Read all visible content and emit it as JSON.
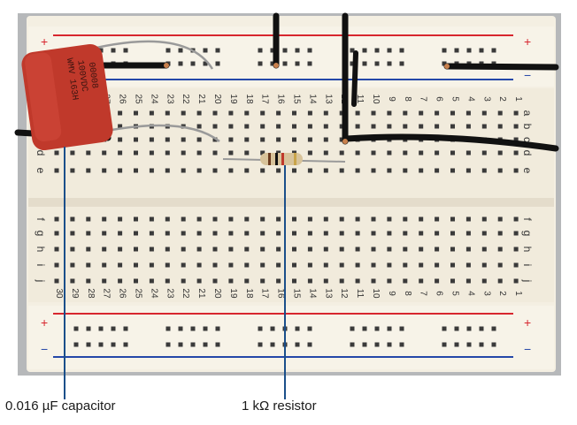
{
  "captions": {
    "capacitor": "0.016 µF capacitor",
    "resistor": "1 kΩ resistor"
  },
  "capacitor_marking": {
    "line1": "WMV 163H",
    "line2": "100VDC",
    "line3": "00008"
  },
  "breadboard": {
    "row_letters_top": [
      "a",
      "b",
      "c",
      "d",
      "e"
    ],
    "row_letters_bottom": [
      "f",
      "g",
      "h",
      "i",
      "j"
    ],
    "column_numbers_top": [
      "27",
      "26",
      "25",
      "24",
      "23",
      "22",
      "21",
      "20",
      "19",
      "18",
      "17",
      "16",
      "15",
      "14",
      "13",
      "12",
      "11",
      "10",
      "9",
      "8",
      "7",
      "6",
      "5",
      "4",
      "3",
      "2",
      "1"
    ],
    "column_numbers_bottom": [
      "30",
      "29",
      "28",
      "27",
      "26",
      "25",
      "24",
      "23",
      "22",
      "21",
      "20",
      "19",
      "18",
      "17",
      "16",
      "15",
      "14",
      "13",
      "12",
      "11",
      "10",
      "9",
      "8",
      "7",
      "6",
      "5",
      "4",
      "3",
      "2",
      "1"
    ],
    "rail_plus": "+",
    "rail_minus": "−"
  },
  "colors": {
    "board": "#f4efe2",
    "rail_red": "#d7262e",
    "rail_blue": "#2447a8",
    "capacitor": "#c0392b",
    "leader_line": "#1b4f8a",
    "wire": "#111111"
  }
}
